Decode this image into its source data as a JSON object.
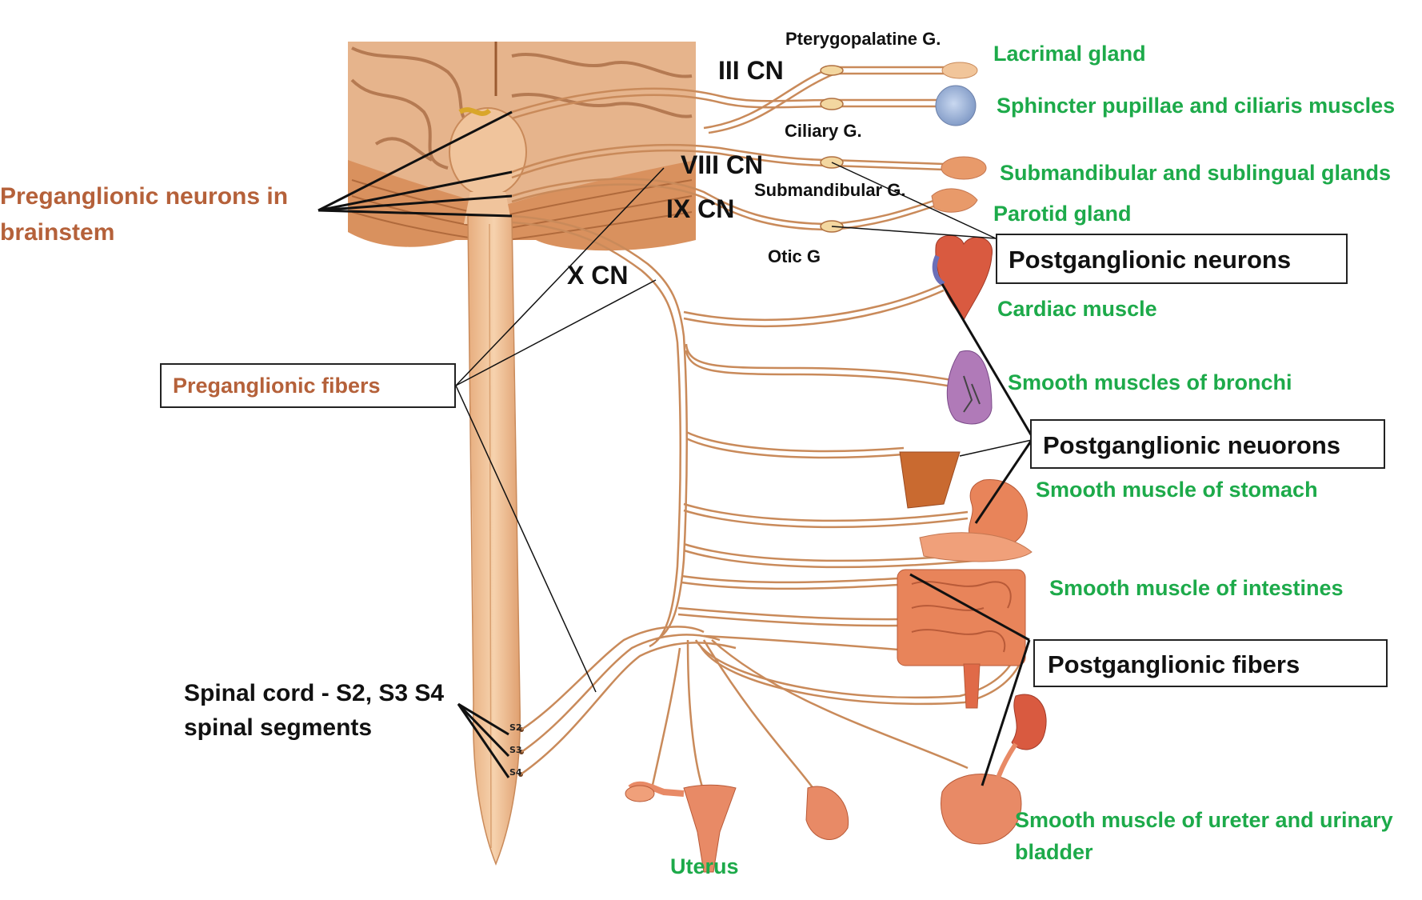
{
  "cranial_nerves": {
    "iii": "III CN",
    "viii": "VIII CN",
    "ix": "IX CN",
    "x": "X CN"
  },
  "ganglia": {
    "pterygopalatine": "Pterygopalatine G.",
    "ciliary": "Ciliary G.",
    "submandibular": "Submandibular G.",
    "otic": "Otic G"
  },
  "targets": {
    "lacrimal": "Lacrimal gland",
    "sphincter": "Sphincter pupillae and ciliaris muscles",
    "submandibular_glands": "Submandibular and sublingual  glands",
    "parotid": "Parotid gland",
    "cardiac": "Cardiac muscle",
    "bronchi": "Smooth muscles of bronchi",
    "stomach": "Smooth muscle of stomach",
    "intestines": "Smooth muscle of intestines",
    "ureter_line1": "Smooth muscle of ureter and urinary",
    "ureter_line2": "bladder",
    "uterus": "Uterus"
  },
  "callouts": {
    "preganglionic_neurons_line1": "Preganglionic neurons in",
    "preganglionic_neurons_line2": "brainstem",
    "preganglionic_fibers": "Preganglionic fibers",
    "postganglionic_neurons_1": "Postganglionic neurons",
    "postganglionic_neurons_2": "Postganglionic neuorons",
    "postganglionic_fibers": "Postganglionic fibers",
    "spinal_cord_line1": "Spinal cord - S2, S3 S4",
    "spinal_cord_line2": "spinal segments"
  },
  "spinal_segments": [
    "S2",
    "S3",
    "S4"
  ],
  "colors": {
    "label_green": "#1daa4a",
    "label_brown": "#b5613a",
    "nerve": "#c98a5a",
    "tissue": "#e8b48a",
    "cord": "#efc39a",
    "organ": "#e07a55"
  }
}
